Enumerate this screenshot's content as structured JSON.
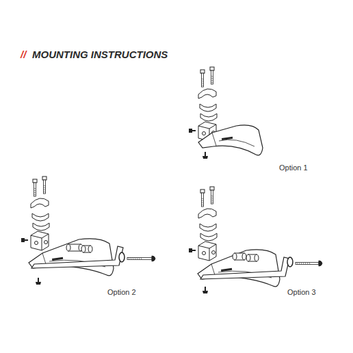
{
  "diagram": {
    "title": "MOUNTING INSTRUCTIONS",
    "labels": [
      "//",
      "Option 1",
      "Option 2",
      "Option 3"
    ]
  }
}
